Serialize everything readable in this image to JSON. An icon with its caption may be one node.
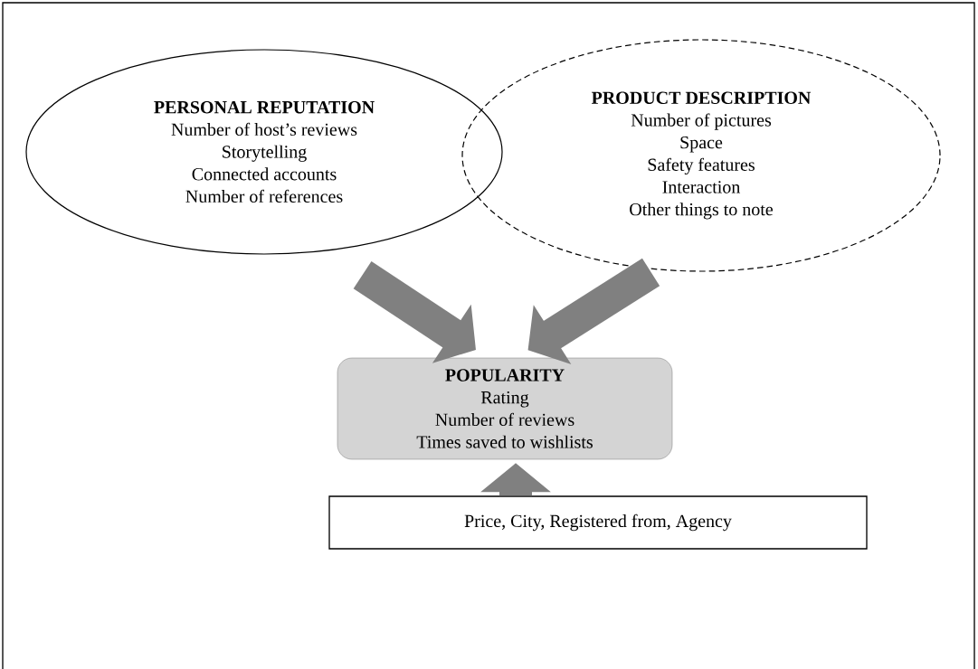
{
  "diagram": {
    "nodes": [
      {
        "text": [
          "PERSONAL REPUTATION",
          "Number of host’s reviews",
          "Storytelling",
          "Connected accounts",
          "Number of references"
        ]
      },
      {
        "text": [
          "PRODUCT DESCRIPTION",
          "Number of pictures",
          "Space",
          "Safety features",
          "Interaction",
          "Other things to note"
        ]
      },
      {
        "text": [
          "POPULARITY",
          "Rating",
          "Number of reviews",
          "Times saved to wishlists"
        ]
      },
      {
        "text": [
          "Price, City, Registered from, Agency"
        ]
      }
    ],
    "edges": [
      {
        "from": 0,
        "to": 2,
        "arrow": "to"
      },
      {
        "from": 1,
        "to": 2,
        "arrow": "to"
      },
      {
        "from": 3,
        "to": 2,
        "arrow": "to"
      }
    ]
  }
}
